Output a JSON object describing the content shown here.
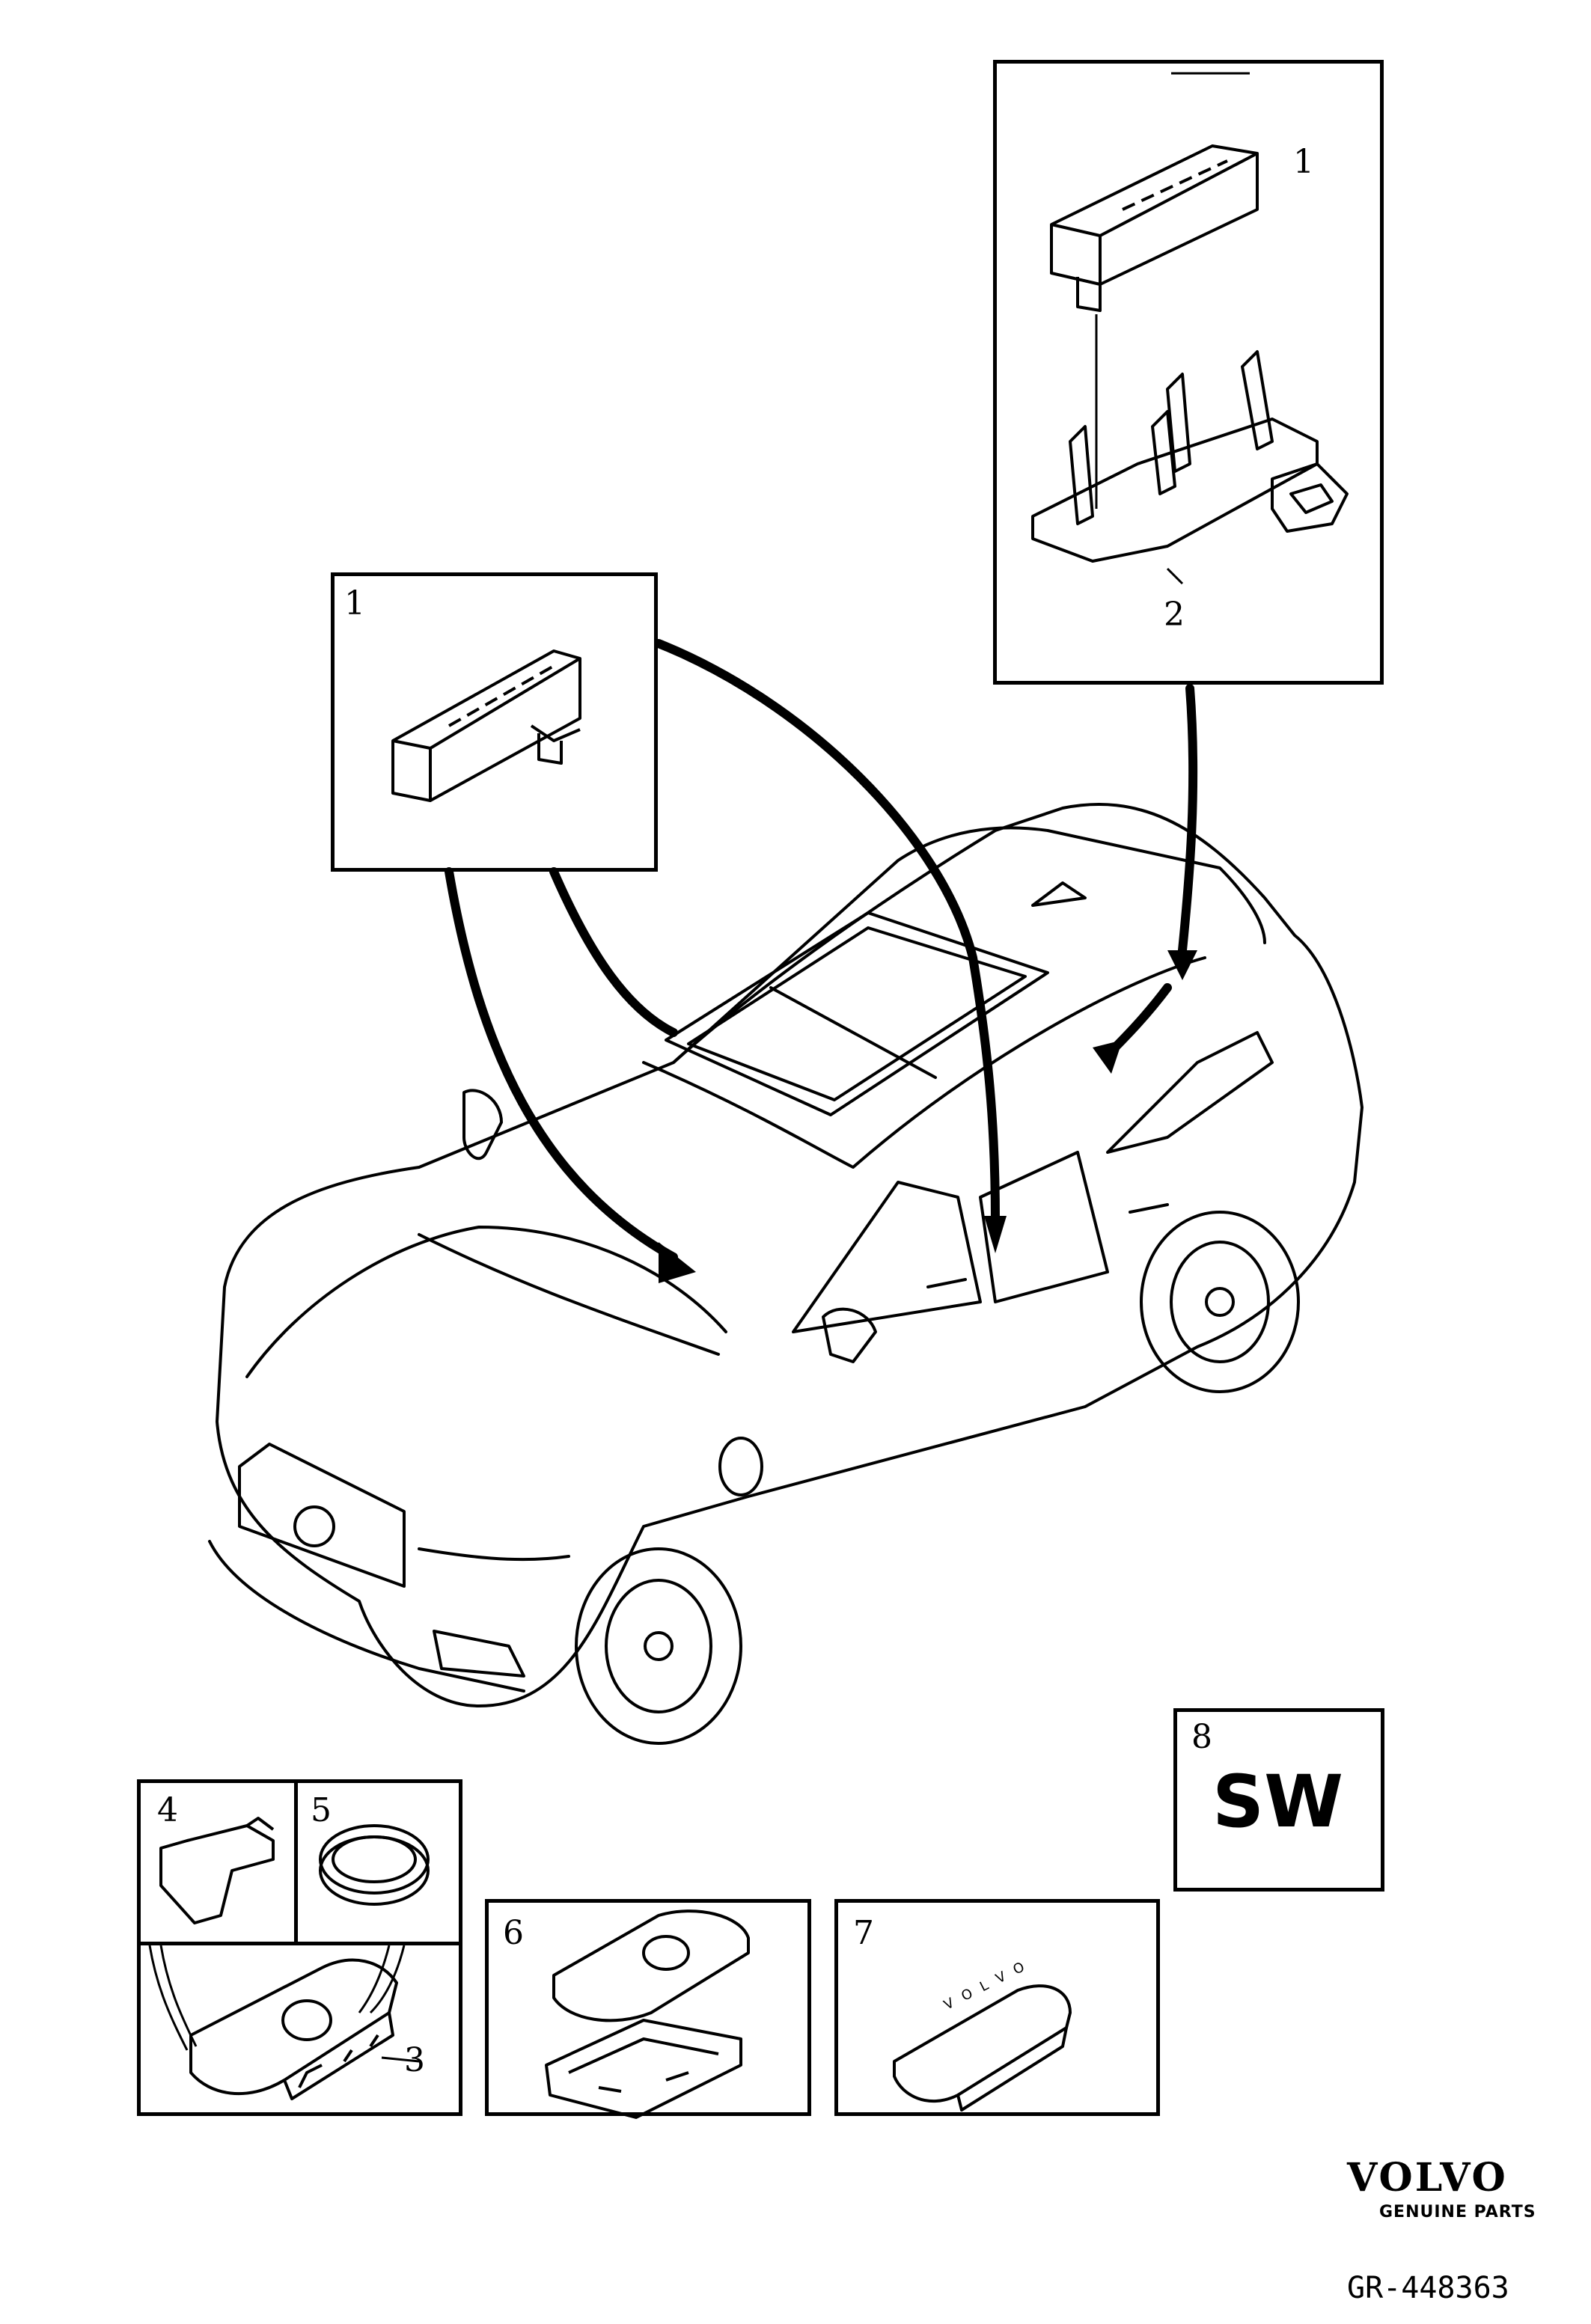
{
  "callouts": {
    "top_inset_item1": "1",
    "top_inset_item2": "2",
    "left_inset_item1": "1",
    "item3": "3",
    "item4": "4",
    "item5": "5",
    "item6": "6",
    "item7": "7",
    "item8": "8"
  },
  "software_box": {
    "label": "SW"
  },
  "key_fob_text": "V O L V O",
  "brand": {
    "name": "VOLVO",
    "tagline": "GENUINE PARTS"
  },
  "drawing_number": "GR-448363",
  "colors": {
    "line": "#000000",
    "background": "#ffffff"
  }
}
